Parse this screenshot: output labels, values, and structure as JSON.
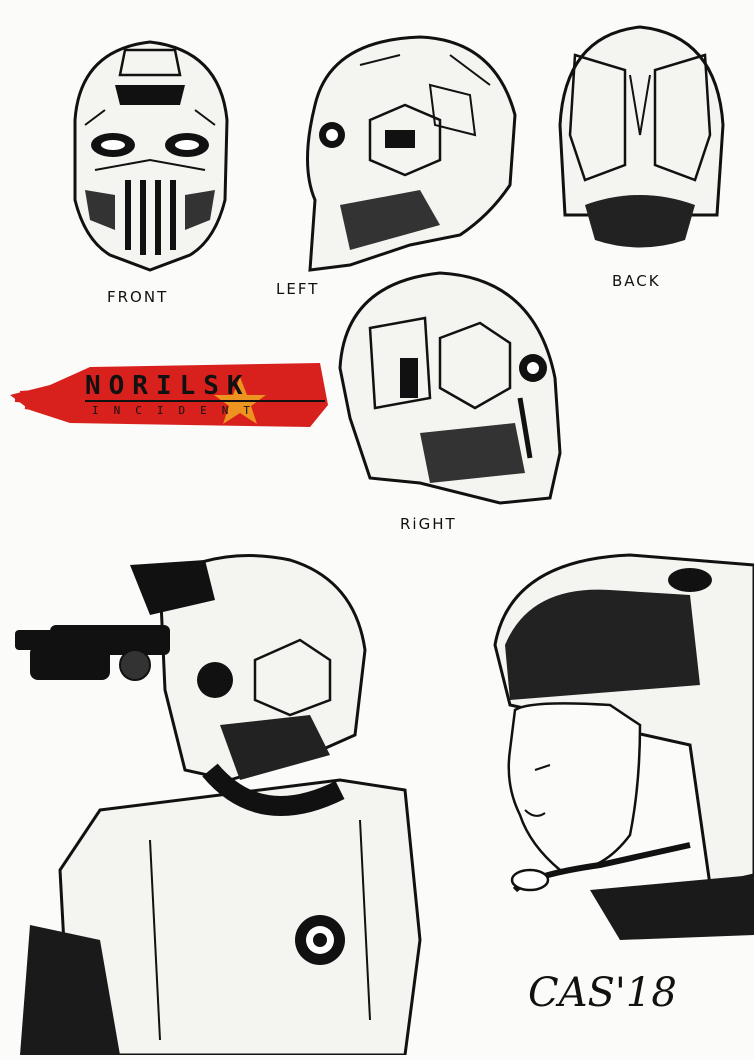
{
  "views": {
    "front_label": "FRONT",
    "left_label": "LEFT",
    "back_label": "BACK",
    "right_label": "RiGHT"
  },
  "logo": {
    "title": "NORILSK",
    "subtitle": "INCIDENT",
    "accent_color": "#d8201c",
    "star_color": "#f0a020"
  },
  "signature": "CAS'18"
}
